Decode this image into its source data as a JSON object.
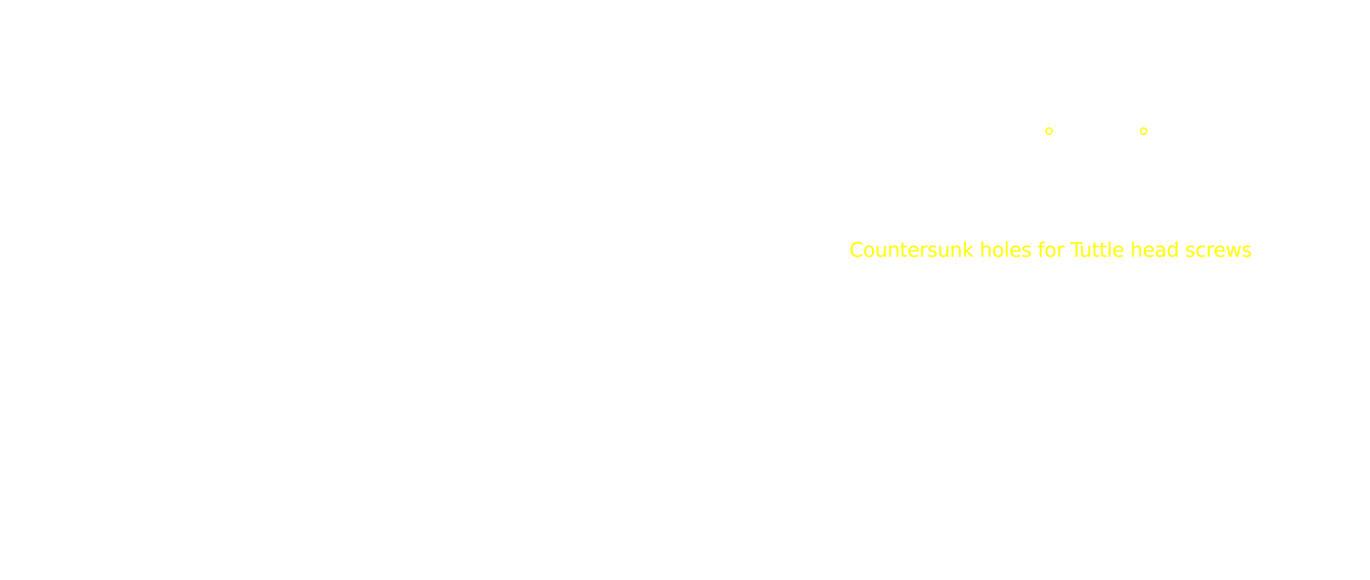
{
  "annotation": {
    "label": "Countersunk holes for Tuttle head screws",
    "color": "#ffff00"
  },
  "holes": [
    {
      "name": "hole-left"
    },
    {
      "name": "hole-right"
    }
  ]
}
